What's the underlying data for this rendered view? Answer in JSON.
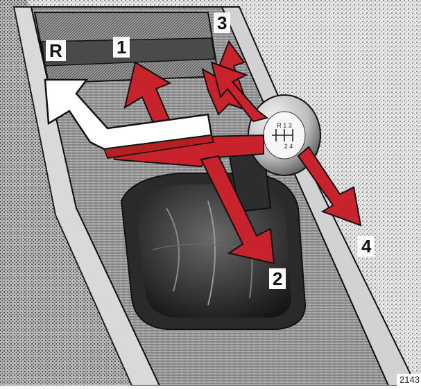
{
  "figure": {
    "gear_labels": {
      "reverse": "R",
      "first": "1",
      "second": "2",
      "third": "3",
      "fourth": "4"
    },
    "knob_pattern": {
      "top_row": "R 1 3",
      "bottom_row": "2 4"
    },
    "reference_number": "2143"
  },
  "colors": {
    "arrow_red": "#c8232c",
    "arrow_white": "#ffffff",
    "ink": "#111111",
    "console_gray": "#8a8a8a",
    "dark_metal": "#3a3a3a"
  }
}
